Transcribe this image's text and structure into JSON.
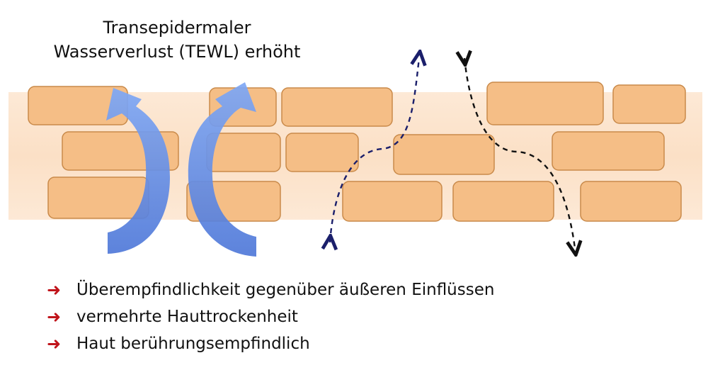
{
  "title": {
    "line1": "Transepidermaler",
    "line2": "Wasserverlust (TEWL) erhöht"
  },
  "bullets": [
    {
      "icon": "arrow-right-icon",
      "text": "Überempfindlichkeit gegenüber äußeren Einflüssen"
    },
    {
      "icon": "arrow-right-icon",
      "text": "vermehrte Hauttrockenheit"
    },
    {
      "icon": "arrow-right-icon",
      "text": "Haut berührungsempfindlich"
    }
  ],
  "colors": {
    "skin_band": "#fbe3cc",
    "brick_fill": "#f5be86",
    "brick_stroke": "#c98a4a",
    "water_arrow": "#6f9bf0",
    "dashed_navy": "#1b1f6b",
    "dashed_black": "#111111",
    "bullet_arrow": "#c0141b"
  }
}
